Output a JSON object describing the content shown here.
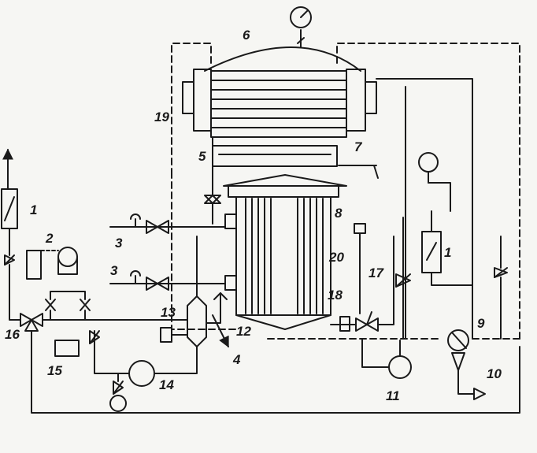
{
  "labels": {
    "l1a": "1",
    "l1b": "1",
    "l2": "2",
    "l3a": "3",
    "l3b": "3",
    "l4": "4",
    "l5": "5",
    "l6": "6",
    "l7": "7",
    "l8": "8",
    "l9": "9",
    "l10": "10",
    "l11": "11",
    "l12": "12",
    "l13": "13",
    "l14": "14",
    "l15": "15",
    "l16": "16",
    "l17": "17",
    "l18": "18",
    "l19": "19",
    "l20": "20"
  }
}
